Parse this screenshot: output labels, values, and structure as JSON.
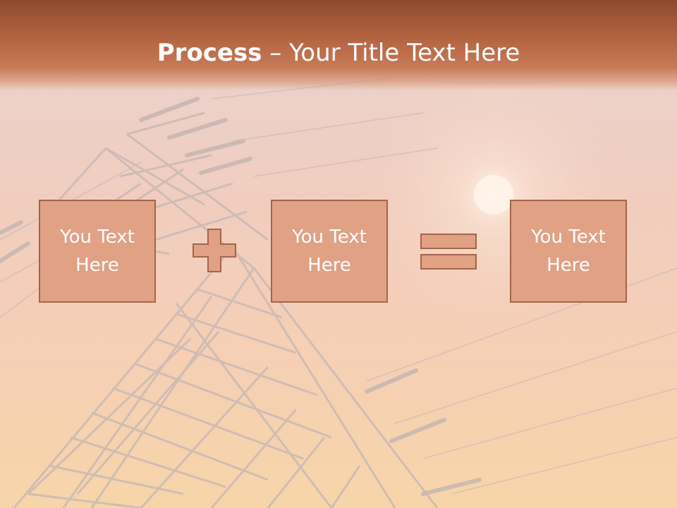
{
  "title": {
    "bold": "Process",
    "rest": " – Your Title Text Here"
  },
  "boxes": [
    {
      "text": "You Text\nHere"
    },
    {
      "text": "You Text\nHere"
    },
    {
      "text": "You Text\nHere"
    }
  ],
  "operators": [
    "plus-icon",
    "equals-icon"
  ],
  "colors": {
    "title_bar": "#a95a38",
    "box_fill": "#e0a185",
    "box_border": "#a4644a",
    "text": "#ffffff"
  }
}
